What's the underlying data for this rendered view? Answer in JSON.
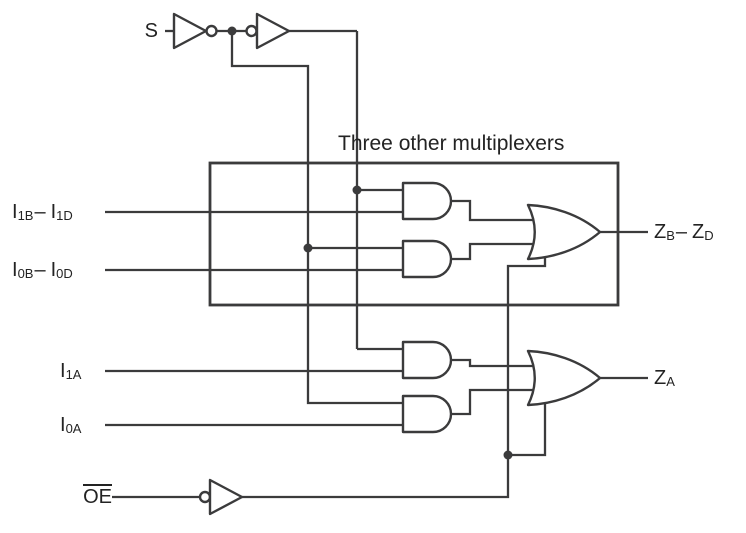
{
  "diagram": {
    "box_title": "Three other multiplexers",
    "signals": {
      "s": "S",
      "oe": "OE",
      "i1bd": {
        "a": "I",
        "a_sub": "1B",
        "dash": "–",
        "b": "I",
        "b_sub": "1D"
      },
      "i0bd": {
        "a": "I",
        "a_sub": "0B",
        "dash": "–",
        "b": "I",
        "b_sub": "0D"
      },
      "i1a": {
        "a": "I",
        "a_sub": "1A"
      },
      "i0a": {
        "a": "I",
        "a_sub": "0A"
      },
      "zbd": {
        "a": "Z",
        "a_sub": "B",
        "dash": "–",
        "b": "Z",
        "b_sub": "D"
      },
      "za": {
        "a": "Z",
        "a_sub": "A"
      }
    },
    "colors": {
      "line": "#3b3b3c",
      "text": "#232323",
      "background": "#ffffff"
    }
  }
}
